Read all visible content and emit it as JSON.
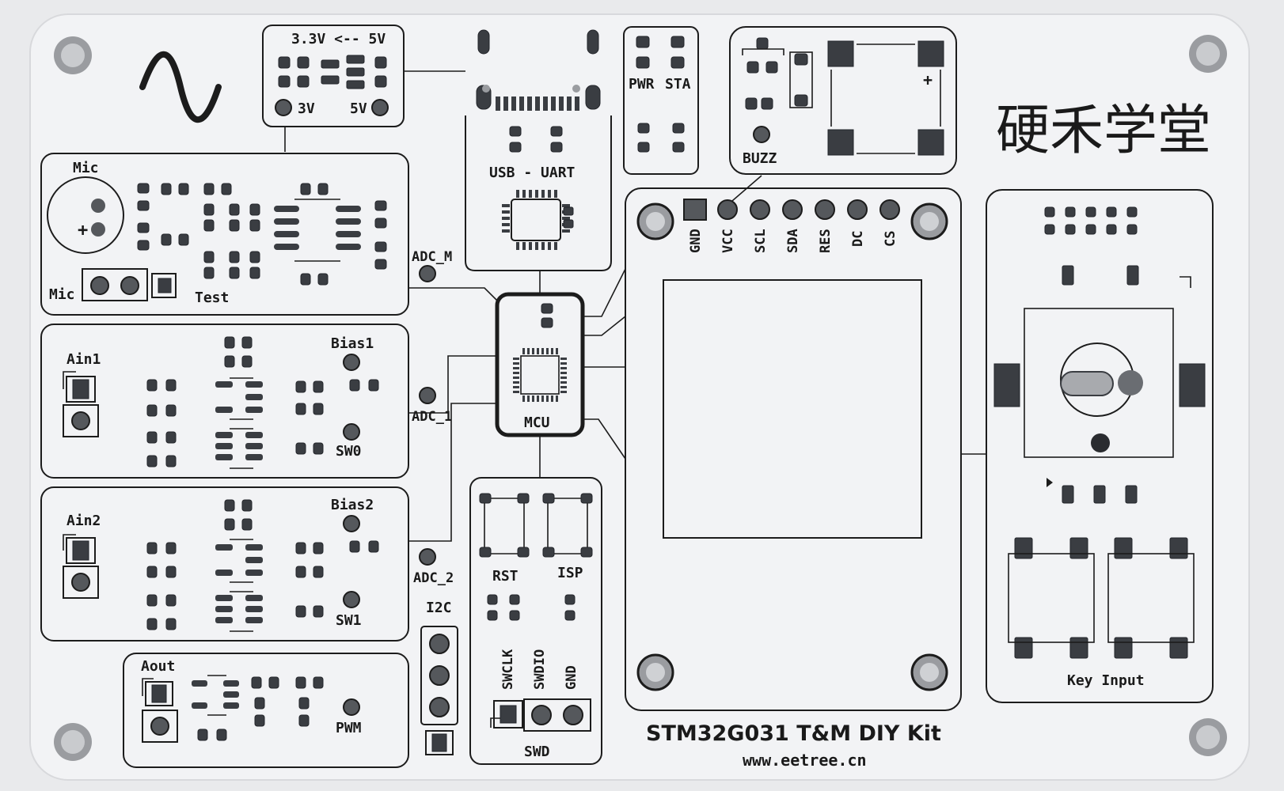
{
  "board": {
    "title": "STM32G031 T&M DIY Kit",
    "url": "www.eetree.cn",
    "brand": "硬禾学堂",
    "colors": {
      "pcb": "#f2f3f5",
      "silk": "#1c1c1c",
      "pad": "#3a3d42",
      "mounting_hole": "#9a9ca0"
    }
  },
  "labels": {
    "power_select": "3.3V <-- 5V",
    "v3": "3V",
    "v5": "5V",
    "usb_uart": "USB - UART",
    "pwr": "PWR",
    "sta": "STA",
    "buzz": "BUZZ",
    "mic_top": "Mic",
    "mic_bottom": "Mic",
    "test": "Test",
    "plus": "+",
    "adc_m": "ADC_M",
    "adc_1": "ADC_1",
    "adc_2": "ADC_2",
    "mcu": "MCU",
    "ain1": "Ain1",
    "ain2": "Ain2",
    "bias1": "Bias1",
    "bias2": "Bias2",
    "sw0": "SW0",
    "sw1": "SW1",
    "aout": "Aout",
    "pwm": "PWM",
    "i2c": "I2C",
    "rst": "RST",
    "isp": "ISP",
    "swd": "SWD",
    "key_input": "Key Input",
    "swd_pins": [
      "SWCLK",
      "SWDIO",
      "GND"
    ],
    "oled_pins": [
      "GND",
      "VCC",
      "SCL",
      "SDA",
      "RES",
      "DC",
      "CS"
    ]
  }
}
